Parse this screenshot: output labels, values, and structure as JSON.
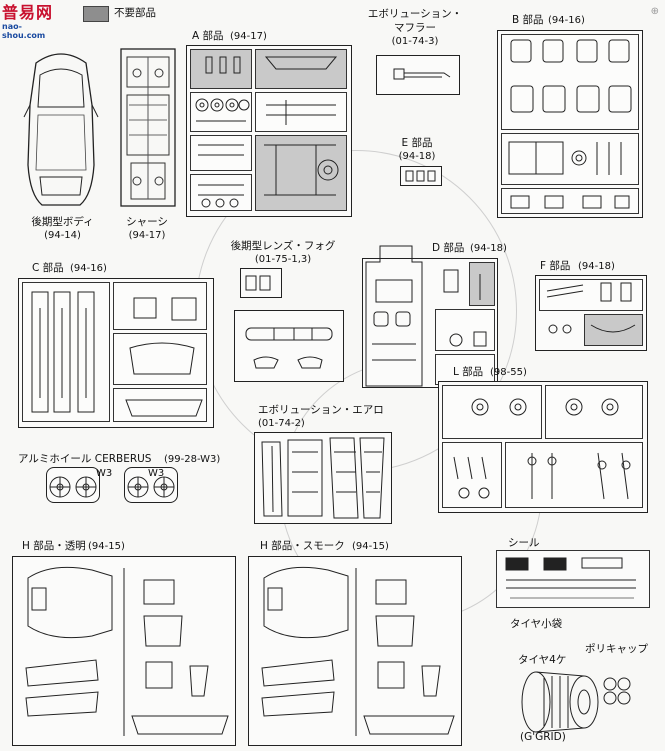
{
  "watermark": {
    "logo_text": "普易网",
    "url": "nao-shou.com"
  },
  "legend": {
    "swatch_color": "#8e8e8e",
    "label": "不要部品"
  },
  "sections": {
    "body": {
      "label": "後期型ボディ",
      "code": "(94-14)"
    },
    "chassis": {
      "label": "シャーシ",
      "code": "(94-17)"
    },
    "a_parts": {
      "label": "A 部品",
      "code": "(94-17)"
    },
    "evo_muffler": {
      "label_1": "エボリューション・",
      "label_2": "マフラー",
      "code": "(01-74-3)"
    },
    "e_parts": {
      "label": "E 部品",
      "code": "(94-18)"
    },
    "b_parts": {
      "label": "B 部品",
      "code": "(94-16)"
    },
    "c_parts": {
      "label": "C 部品",
      "code": "(94-16)"
    },
    "lens_fog": {
      "label": "後期型レンズ・フォグ",
      "code": "(01-75-1,3)"
    },
    "d_parts": {
      "label": "D 部品",
      "code": "(94-18)"
    },
    "f_parts": {
      "label": "F 部品",
      "code": "(94-18)"
    },
    "l_parts": {
      "label": "L 部品",
      "code": "(98-55)"
    },
    "evo_aero": {
      "label": "エボリューション・エアロ",
      "code": "(01-74-2)"
    },
    "wheel": {
      "label": "アルミホイール CERBERUS",
      "code": "(99-28-W3)",
      "mark_1": "W3",
      "mark_2": "W3"
    },
    "h_clear": {
      "label": "H 部品・透明",
      "code": "(94-15)"
    },
    "h_smoke": {
      "label": "H 部品・スモーク",
      "code": "(94-15)"
    },
    "seal": {
      "label": "シール"
    },
    "tire_bag": {
      "label": "タイヤ小袋",
      "tire_label": "タイヤ4ケ",
      "polycap_label": "ポリキャップ",
      "grid_label": "(G'GRID)"
    }
  }
}
